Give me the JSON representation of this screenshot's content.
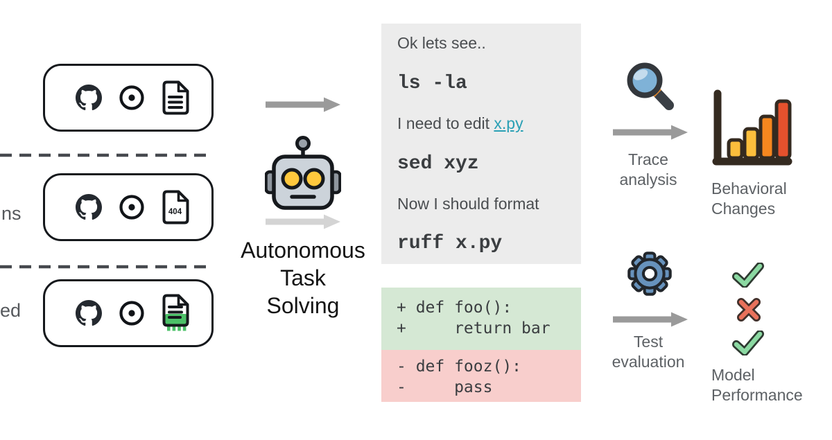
{
  "figure": {
    "left": {
      "edge_fragment_top": "ns",
      "edge_fragment_bottom": "ed",
      "not_found_badge": "404"
    },
    "agent": {
      "label_line1": "Autonomous",
      "label_line2": "Task",
      "label_line3": "Solving"
    },
    "terminal": {
      "lines": [
        {
          "text": "Ok lets see.."
        },
        {
          "text": "ls -la"
        },
        {
          "text": "I need to edit ",
          "link": "x.py"
        },
        {
          "text": "sed xyz"
        },
        {
          "text": "Now I should format"
        },
        {
          "text": "ruff x.py"
        }
      ]
    },
    "diff": {
      "added": [
        "+ def foo():",
        "+     return bar"
      ],
      "removed": [
        "- def fooz():",
        "-     pass"
      ]
    },
    "trace": {
      "label_line1": "Trace",
      "label_line2": "analysis",
      "result_line1": "Behavioral",
      "result_line2": "Changes"
    },
    "test": {
      "label_line1": "Test",
      "label_line2": "evaluation",
      "result_line1": "Model",
      "result_line2": "Performance"
    }
  },
  "colors": {
    "terminal_bg": "#ececec",
    "diff_added_bg": "#d5e8d4",
    "diff_removed_bg": "#f8cecc",
    "link_teal": "#2aa0b5",
    "label_gray": "#5d6165",
    "github_dark": "#24292f",
    "bar_yellow": "#fcbe3c",
    "bar_orange": "#f6871f",
    "bar_red": "#e5512d",
    "check_green": "#8bd9a2",
    "cross_red": "#e9715b",
    "gear_blue": "#6792bc",
    "doc_green": "#4cc168"
  }
}
